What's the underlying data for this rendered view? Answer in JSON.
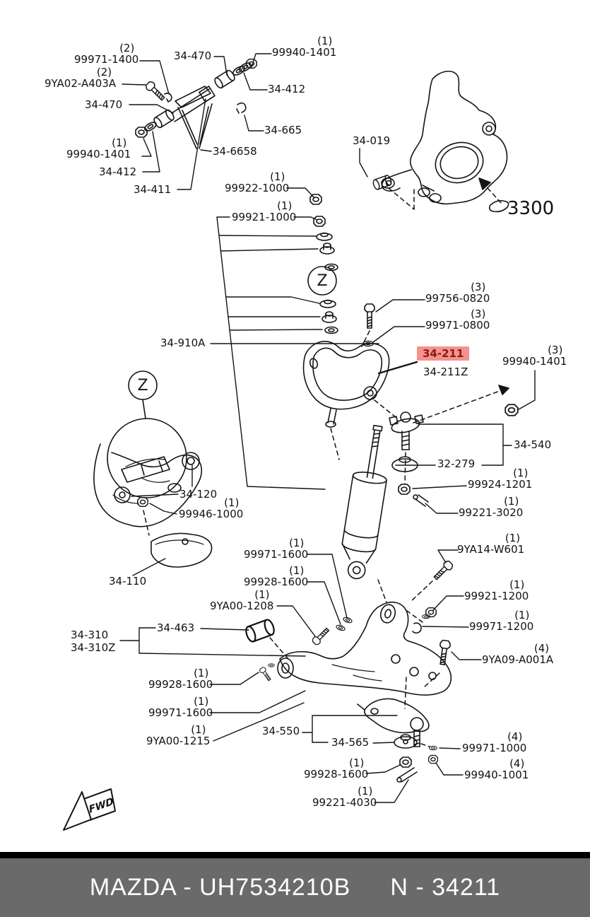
{
  "title_bar": {
    "left": "MAZDA - UH7534210B",
    "right": "N - 34211"
  },
  "diagram": {
    "z_label": "Z",
    "fwd_label": "FWD"
  },
  "colors": {
    "highlight_bg": "#f5918e",
    "highlight_text": "#8b1a10",
    "footer_bg": "#6a6a6a",
    "footer_text": "#ffffff",
    "line": "#141414"
  },
  "labels": [
    {
      "qty": "(2)",
      "text": "99971-1400"
    },
    {
      "qty": "(2)",
      "text": "9YA02-A403A"
    },
    {
      "text": "34-470"
    },
    {
      "qty": "(1)",
      "text": "99940-1401"
    },
    {
      "text": "34-412"
    },
    {
      "text": "34-411"
    },
    {
      "text": "34-470"
    },
    {
      "qty": "(1)",
      "text": "99940-1401"
    },
    {
      "text": "34-412"
    },
    {
      "text": "34-665"
    },
    {
      "text": "34-6658"
    },
    {
      "text": "34-019"
    },
    {
      "text": "3300"
    },
    {
      "qty": "(1)",
      "text": "99922-1000"
    },
    {
      "qty": "(1)",
      "text": "99921-1000"
    },
    {
      "text": "34-910A"
    },
    {
      "qty": "(3)",
      "text": "99756-0820"
    },
    {
      "qty": "(3)",
      "text": "99971-0800"
    },
    {
      "text": "34-211",
      "highlight": true
    },
    {
      "text": "34-211Z"
    },
    {
      "qty": "(3)",
      "text": "99940-1401"
    },
    {
      "text": "34-540"
    },
    {
      "text": "32-279"
    },
    {
      "qty": "(1)",
      "text": "99924-1201"
    },
    {
      "qty": "(1)",
      "text": "99221-3020"
    },
    {
      "text": "34-120"
    },
    {
      "qty": "(1)",
      "text": "99946-1000"
    },
    {
      "text": "34-110"
    },
    {
      "qty": "(1)",
      "text": "99971-1600"
    },
    {
      "qty": "(1)",
      "text": "99928-1600"
    },
    {
      "qty": "(1)",
      "text": "9YA00-1208"
    },
    {
      "text": "34-463"
    },
    {
      "text": "34-310"
    },
    {
      "text": "34-310Z"
    },
    {
      "qty": "(1)",
      "text": "99928-1600"
    },
    {
      "qty": "(1)",
      "text": "99971-1600"
    },
    {
      "qty": "(1)",
      "text": "9YA00-1215"
    },
    {
      "text": "34-550"
    },
    {
      "text": "34-565"
    },
    {
      "qty": "(1)",
      "text": "99928-1600"
    },
    {
      "qty": "(1)",
      "text": "99221-4030"
    },
    {
      "qty": "(1)",
      "text": "9YA14-W601"
    },
    {
      "qty": "(1)",
      "text": "99921-1200"
    },
    {
      "qty": "(1)",
      "text": "99971-1200"
    },
    {
      "qty": "(4)",
      "text": "9YA09-A001A"
    },
    {
      "qty": "(4)",
      "text": "99971-1000"
    },
    {
      "qty": "(4)",
      "text": "99940-1001"
    }
  ]
}
